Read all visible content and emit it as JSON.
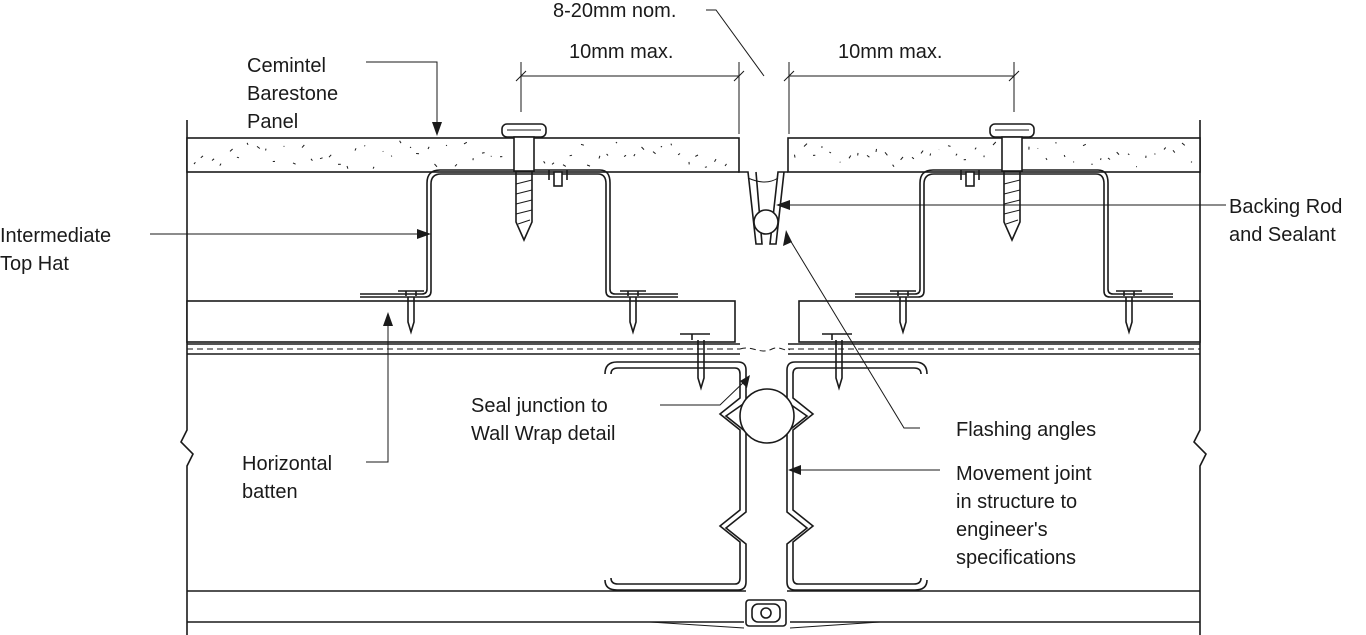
{
  "labels": {
    "gap_nominal": "8-20mm nom.",
    "left_max": "10mm max.",
    "right_max": "10mm max.",
    "panel": [
      "Cemintel",
      "Barestone",
      "Panel"
    ],
    "top_hat": [
      "Intermediate",
      "Top Hat"
    ],
    "backing_rod": [
      "Backing Rod",
      "and Sealant"
    ],
    "seal_junction": [
      "Seal junction to",
      "Wall Wrap detail"
    ],
    "flashing": "Flashing angles",
    "batten": [
      "Horizontal",
      "batten"
    ],
    "movement_joint": [
      "Movement joint",
      "in structure to",
      "engineer's",
      "specifications"
    ]
  },
  "colors": {
    "line": "#1a1a1a",
    "background": "#ffffff"
  }
}
